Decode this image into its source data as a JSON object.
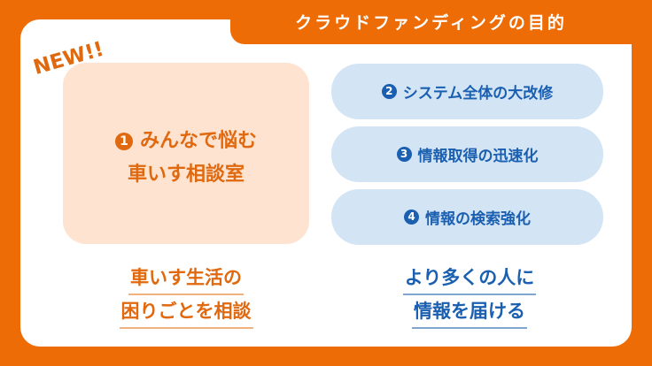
{
  "header": {
    "title": "クラウドファンディングの目的"
  },
  "badge": {
    "label": "NEW!!"
  },
  "main_card": {
    "number": "1",
    "line1": "みんなで悩む",
    "line2": "車いす相談室"
  },
  "goals": [
    {
      "number": "2",
      "label": "システム全体の大改修"
    },
    {
      "number": "3",
      "label": "情報取得の迅速化"
    },
    {
      "number": "4",
      "label": "情報の検索強化"
    }
  ],
  "captions": {
    "left": {
      "line1": "車いす生活の",
      "line2": "困りごとを相談"
    },
    "right": {
      "line1": "より多くの人に",
      "line2": "情報を届ける"
    }
  },
  "colors": {
    "background_orange": "#ee6c06",
    "text_orange": "#e0690f",
    "card_peach": "#fde3d0",
    "pill_blue": "#d3e4f5",
    "text_blue": "#1a5fb0"
  }
}
